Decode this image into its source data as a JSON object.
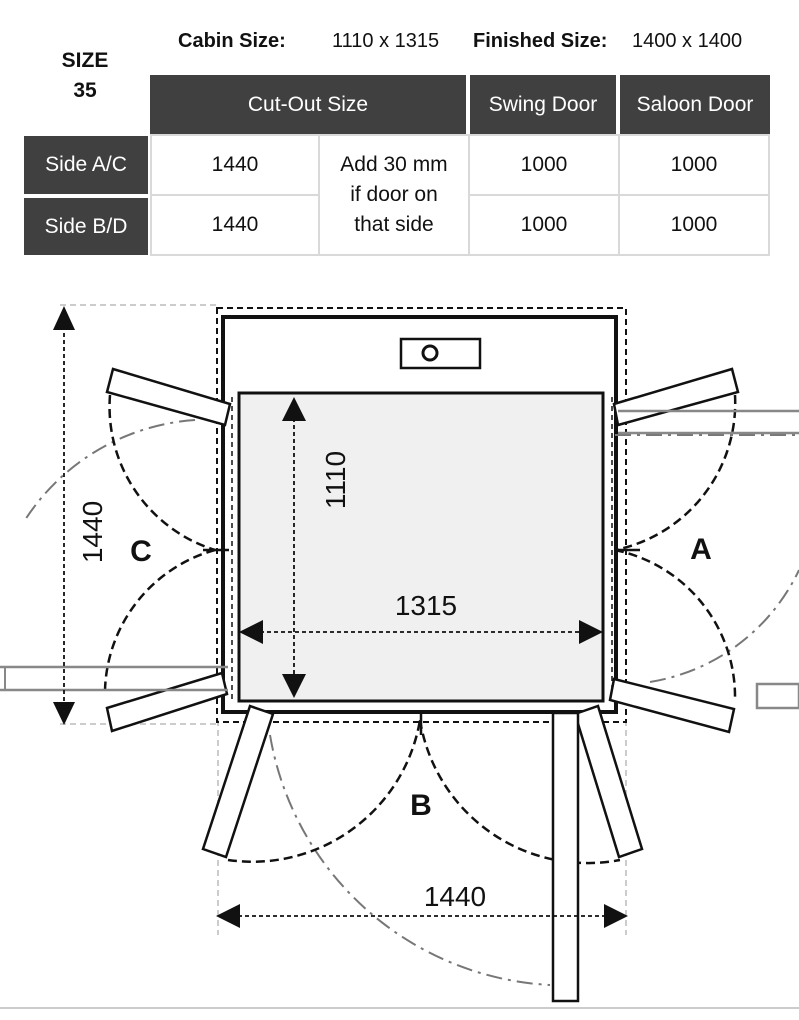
{
  "size": {
    "label": "SIZE",
    "number": "35"
  },
  "cabin": {
    "label": "Cabin Size:",
    "value": "1110 x 1315"
  },
  "finished": {
    "label": "Finished Size:",
    "value": "1400 x 1400"
  },
  "table": {
    "headers": {
      "cutout": "Cut-Out Size",
      "swing": "Swing Door",
      "saloon": "Saloon Door"
    },
    "rows": [
      {
        "side": "Side A/C",
        "cutout": "1440",
        "swing": "1000",
        "saloon": "1000"
      },
      {
        "side": "Side B/D",
        "cutout": "1440",
        "swing": "1000",
        "saloon": "1000"
      }
    ],
    "note": [
      "Add 30 mm",
      "if door on",
      "that side"
    ]
  },
  "diagram": {
    "dim_depth": "1110",
    "dim_width": "1315",
    "dim_side": "1440",
    "dim_bottom": "1440",
    "label_a": "A",
    "label_b": "B",
    "label_c": "C"
  }
}
